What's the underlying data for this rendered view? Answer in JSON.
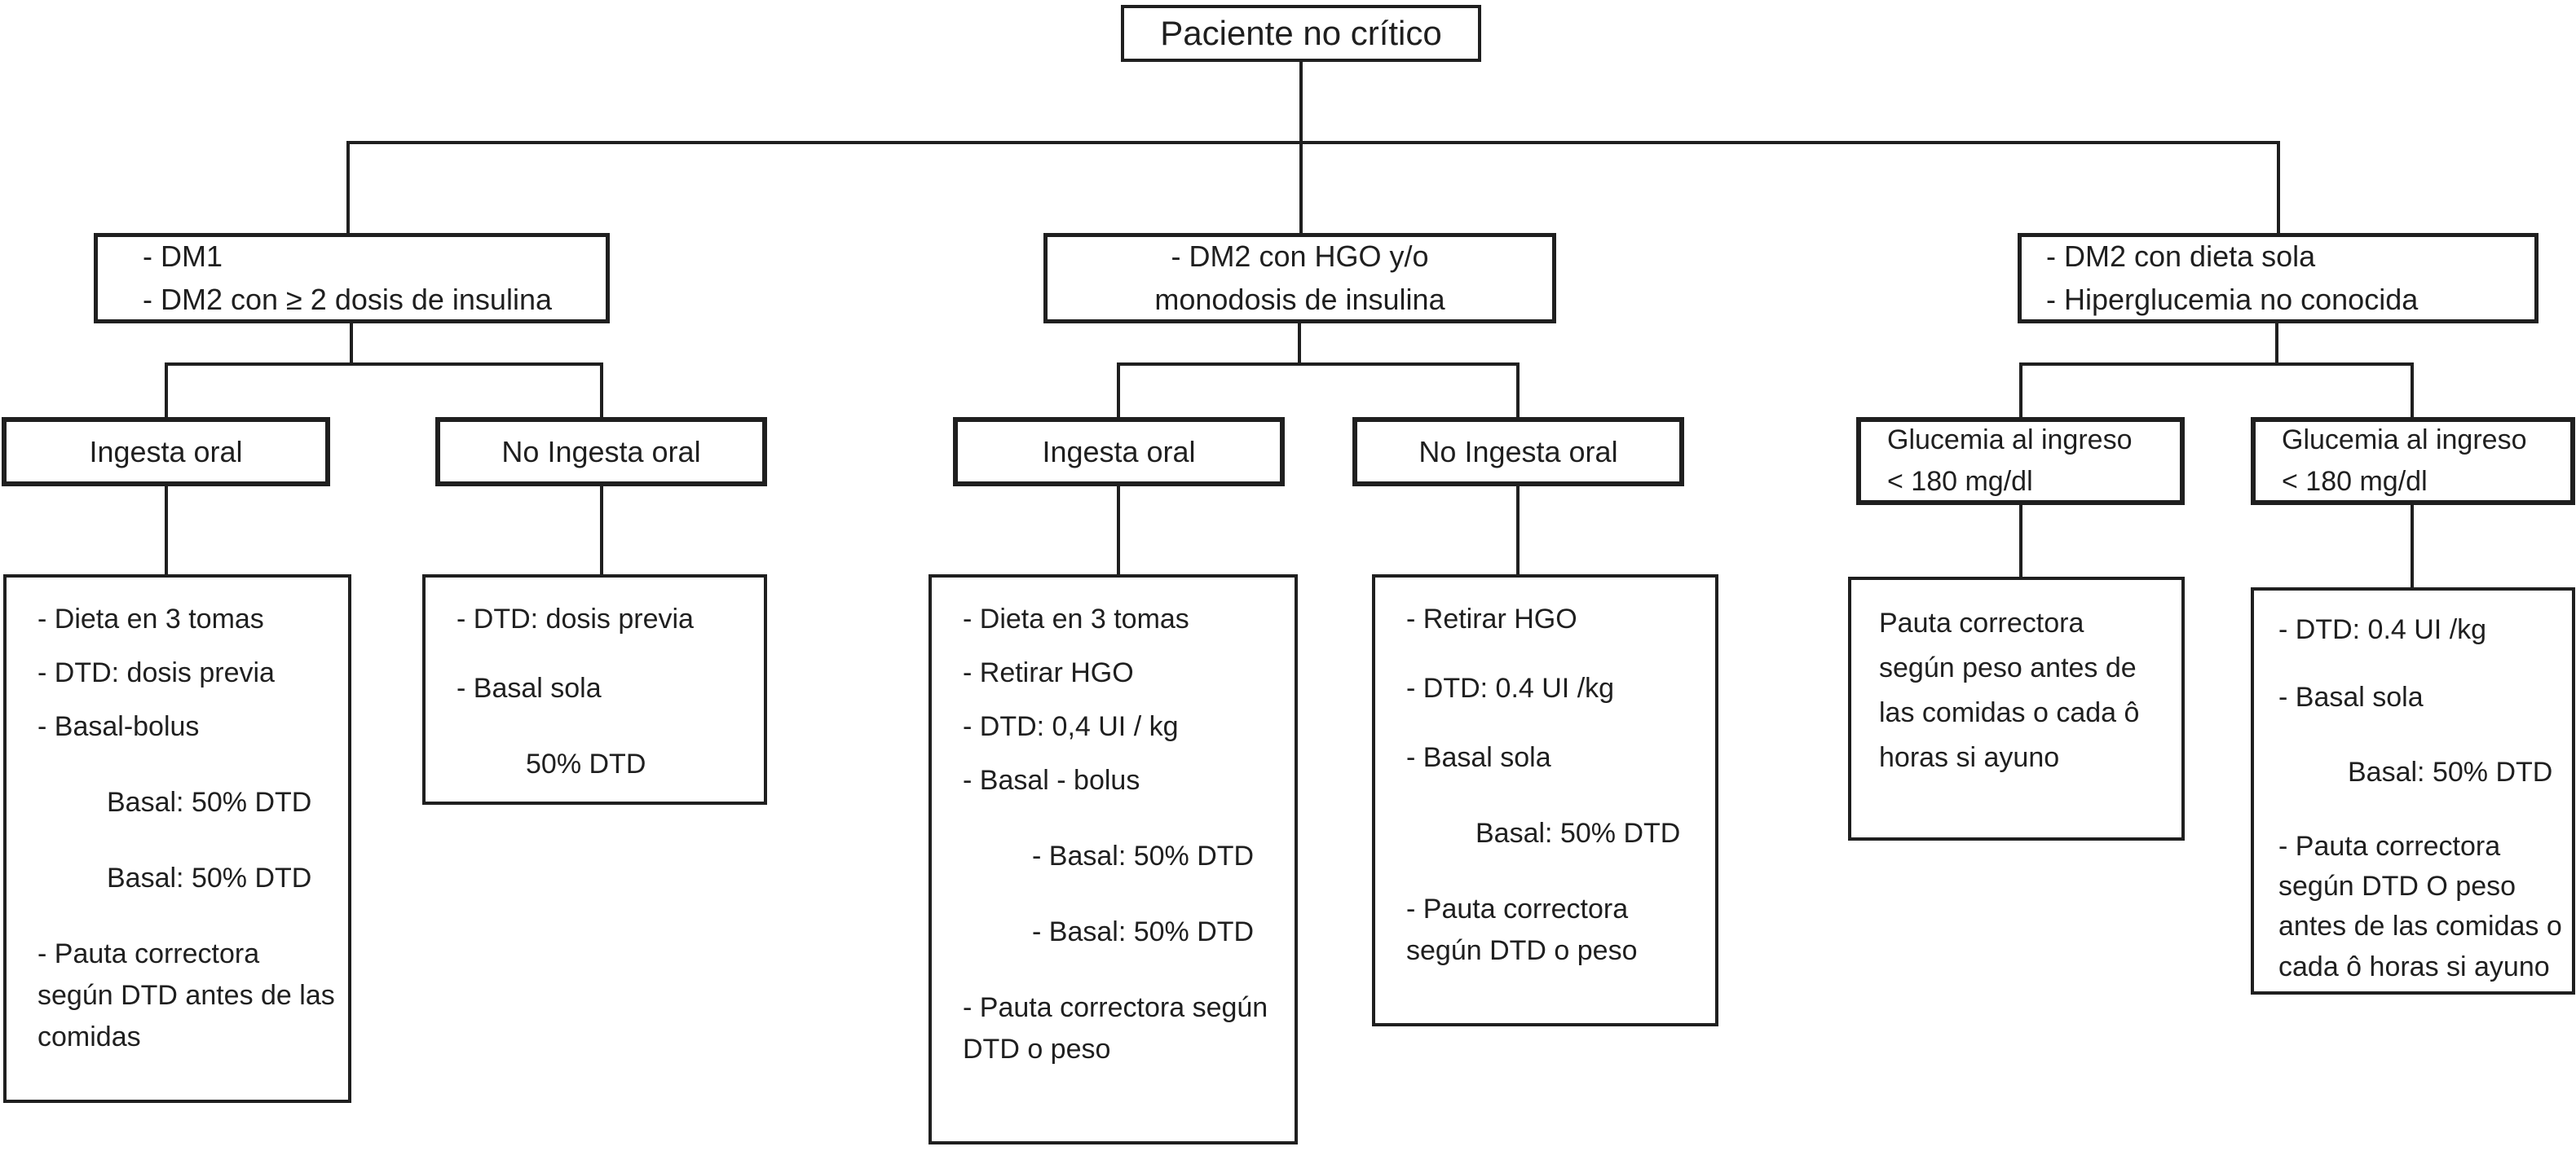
{
  "figure": {
    "type": "flowchart",
    "language": "es",
    "colors": {
      "ink": "#1f1f1f",
      "background": "#ffffff"
    }
  },
  "nodes": {
    "root": {
      "label": "Paciente no crítico"
    },
    "criteria_left": {
      "lines": [
        "- DM1",
        "- DM2 con ≥ 2 dosis de insulina"
      ]
    },
    "criteria_middle": {
      "lines": [
        "- DM2 con HGO y/o",
        "monodosis de insulina"
      ]
    },
    "criteria_right": {
      "lines": [
        "- DM2 con dieta sola",
        "- Hiperglucemia no conocida"
      ]
    },
    "oral_left": {
      "label": "Ingesta oral"
    },
    "no_oral_left": {
      "label": "No Ingesta oral"
    },
    "oral_middle": {
      "label": "Ingesta oral"
    },
    "no_oral_middle": {
      "label": "No Ingesta oral"
    },
    "glycemia_left": {
      "lines": [
        "Glucemia al ingreso",
        "< 180 mg/dl"
      ]
    },
    "glycemia_right": {
      "lines": [
        "Glucemia al ingreso",
        "< 180 mg/dl"
      ]
    },
    "plan_left_oral": {
      "items": [
        {
          "text": "- Dieta en 3 tomas",
          "indent": false
        },
        {
          "text": "- DTD: dosis previa",
          "indent": false
        },
        {
          "text": "- Basal-bolus",
          "indent": false
        },
        {
          "text": "Basal: 50% DTD",
          "indent": true
        },
        {
          "text": "Basal: 50% DTD",
          "indent": true
        },
        {
          "text": "- Pauta correctora según DTD antes de las comidas",
          "indent": false
        }
      ]
    },
    "plan_left_no_oral": {
      "items": [
        {
          "text": "- DTD: dosis previa",
          "indent": false
        },
        {
          "text": "- Basal sola",
          "indent": false
        },
        {
          "text": "50% DTD",
          "indent": true
        }
      ]
    },
    "plan_middle_oral": {
      "items": [
        {
          "text": "- Dieta en 3 tomas",
          "indent": false
        },
        {
          "text": "- Retirar HGO",
          "indent": false
        },
        {
          "text": "- DTD: 0,4 UI / kg",
          "indent": false
        },
        {
          "text": "- Basal - bolus",
          "indent": false
        },
        {
          "text": "- Basal: 50% DTD",
          "indent": true
        },
        {
          "text": "- Basal: 50% DTD",
          "indent": true
        },
        {
          "text": "- Pauta correctora según DTD o peso",
          "indent": false
        }
      ]
    },
    "plan_middle_no_oral": {
      "items": [
        {
          "text": "- Retirar HGO",
          "indent": false
        },
        {
          "text": "- DTD: 0.4 UI /kg",
          "indent": false
        },
        {
          "text": "- Basal sola",
          "indent": false
        },
        {
          "text": "Basal: 50% DTD",
          "indent": true
        },
        {
          "text": "- Pauta correctora según DTD o peso",
          "indent": false
        }
      ]
    },
    "plan_right_first": {
      "items": [
        {
          "text": "Pauta correctora según peso antes de las comidas o cada ô horas si ayuno",
          "indent": false
        }
      ]
    },
    "plan_right_second": {
      "items": [
        {
          "text": "- DTD: 0.4 UI /kg",
          "indent": false
        },
        {
          "text": "- Basal sola",
          "indent": false
        },
        {
          "text": "Basal: 50% DTD",
          "indent": true
        },
        {
          "text": "- Pauta correctora según DTD O peso antes de las comidas o cada ô horas si ayuno",
          "indent": false
        }
      ]
    }
  }
}
